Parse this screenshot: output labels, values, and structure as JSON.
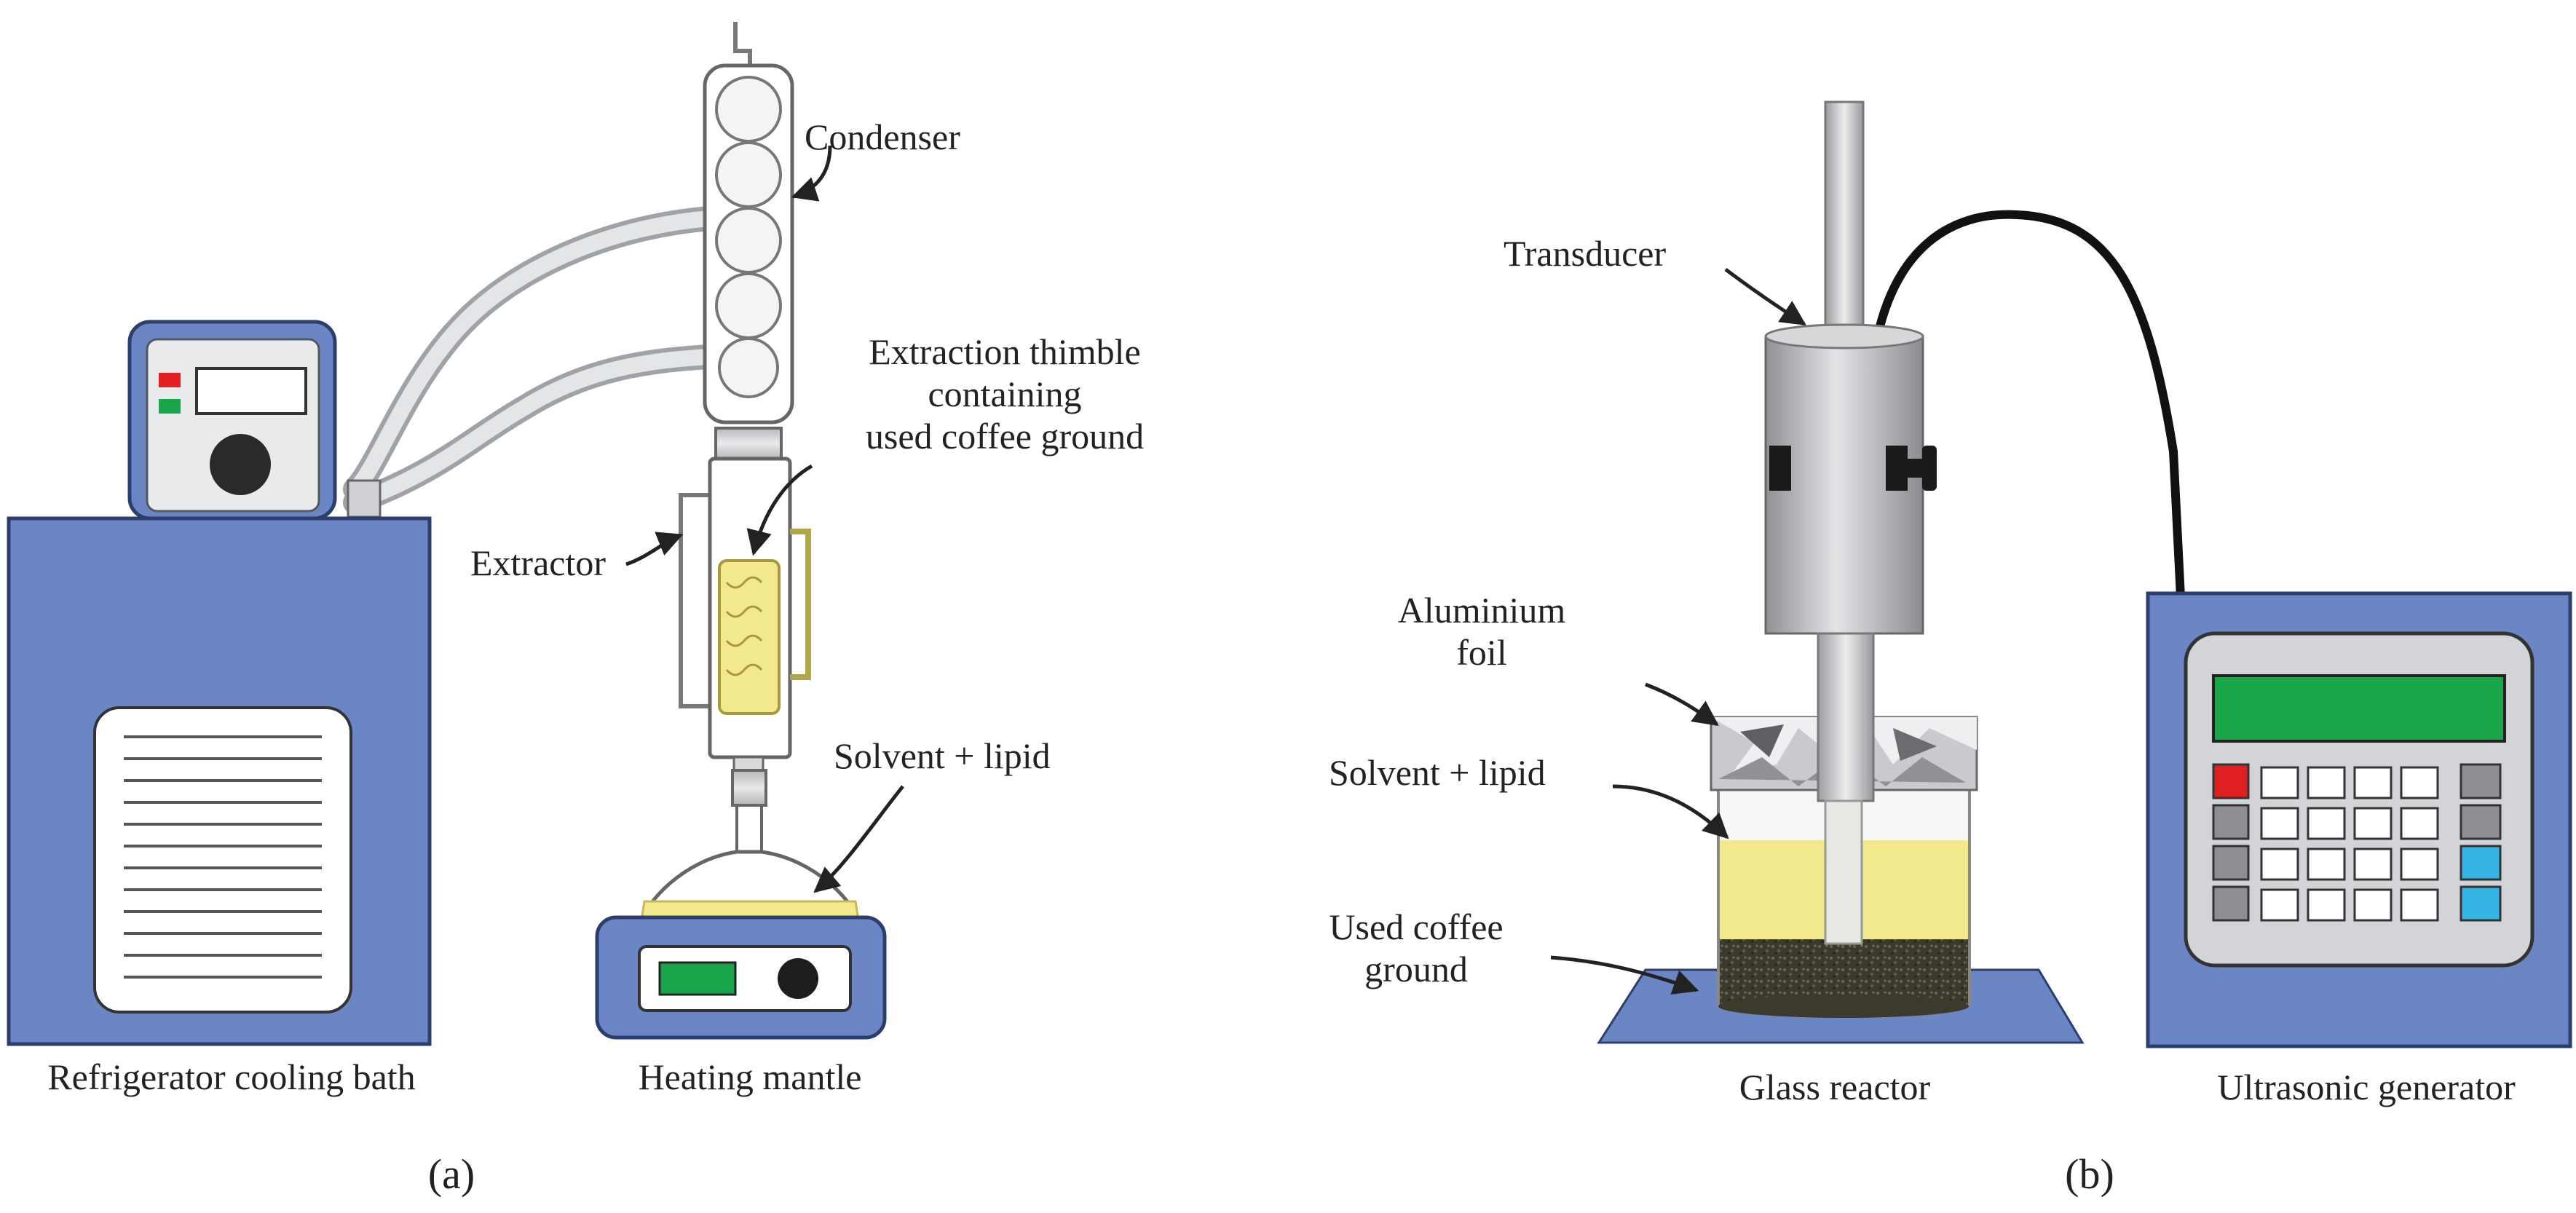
{
  "panel_a": {
    "caption": "(a)",
    "labels": {
      "condenser": "Condenser",
      "thimble_line1": "Extraction thimble",
      "thimble_line2": "containing",
      "thimble_line3": "used coffee ground",
      "extractor": "Extractor",
      "solvent_lipid": "Solvent + lipid",
      "cooling_bath": "Refrigerator cooling bath",
      "heating_mantle": "Heating mantle"
    }
  },
  "panel_b": {
    "caption": "(b)",
    "labels": {
      "transducer": "Transducer",
      "foil_line1": "Aluminium",
      "foil_line2": "foil",
      "solvent_lipid": "Solvent + lipid",
      "coffee_line1": "Used coffee",
      "coffee_line2": "ground",
      "glass_reactor": "Glass reactor",
      "ultrasonic_generator": "Ultrasonic generator"
    }
  },
  "colors": {
    "equipment_blue": "#6b86c4",
    "equipment_blue_dark": "#2c3e6e",
    "display_green": "#1aa54b",
    "indicator_red": "#e02020",
    "key_cyan": "#35b4e6",
    "lipid_yellow": "#f1e98c",
    "steel_gray": "#b8babd",
    "coffee_dark": "#3b3a2c"
  }
}
